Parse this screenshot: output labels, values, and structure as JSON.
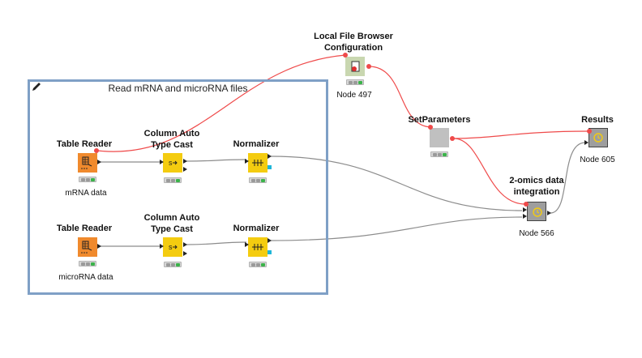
{
  "annotation": {
    "text": "Read mRNA and microRNA files"
  },
  "nodes": {
    "local_file_browser": {
      "title_line1": "Local File Browser",
      "title_line2": "Configuration",
      "label": "Node 497"
    },
    "set_parameters": {
      "title": "SetParameters"
    },
    "results": {
      "title": "Results",
      "label": "Node 605"
    },
    "integration": {
      "title_line1": "2-omics data",
      "title_line2": "integration",
      "label": "Node 566"
    },
    "table_reader_mrna": {
      "title": "Table Reader",
      "label": "mRNA data"
    },
    "cast_1": {
      "title_line1": "Column Auto",
      "title_line2": "Type Cast"
    },
    "normalizer_1": {
      "title": "Normalizer"
    },
    "table_reader_mirna": {
      "title": "Table Reader",
      "label": "microRNA data"
    },
    "cast_2": {
      "title_line1": "Column Auto",
      "title_line2": "Type Cast"
    },
    "normalizer_2": {
      "title": "Normalizer"
    }
  },
  "colors": {
    "flow_variable": "#ef4a4a",
    "data_connection": "#8c8c8c",
    "annotation_border": "#7fa0c6",
    "reader": "#f08a2d",
    "manipulator": "#f4cc10",
    "status_ok": "#3bb34a"
  },
  "icons": [
    "pencil-icon",
    "table-reader-icon",
    "cast-icon",
    "normalizer-icon",
    "file-browser-icon",
    "metanode-icon"
  ]
}
